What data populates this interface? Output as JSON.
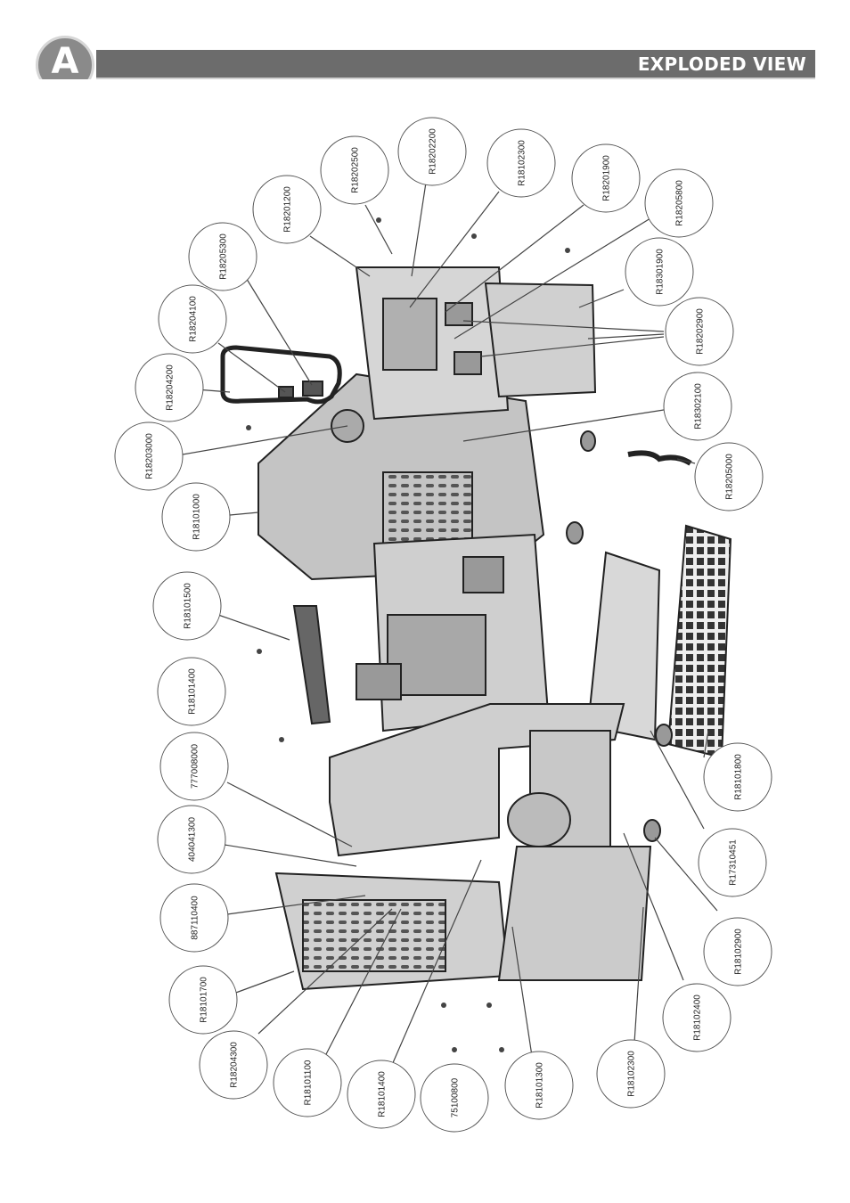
{
  "header": {
    "section_letter": "A",
    "title": "EXPLODED VIEW"
  },
  "colors": {
    "bar": "#6c6c6c",
    "badge": "#8a8a8a",
    "part_fill": "#c4c4c4",
    "outline": "#222222"
  },
  "part_labels": [
    "R18202500",
    "R18202200",
    "R18102300",
    "R18201900",
    "R18205800",
    "R18201200",
    "R18205300",
    "R18204100",
    "R18204200",
    "R18203000",
    "R18101000",
    "R18101500",
    "R18101400",
    "777008000",
    "404041300",
    "887110400",
    "R18101700",
    "R18204300",
    "R18101100",
    "R18101400",
    "75100800",
    "R18101300",
    "R18102300",
    "R18102400",
    "R18102900",
    "R17310451",
    "R18101800",
    "R18205000",
    "R18302100",
    "R18202900",
    "R18301900"
  ]
}
